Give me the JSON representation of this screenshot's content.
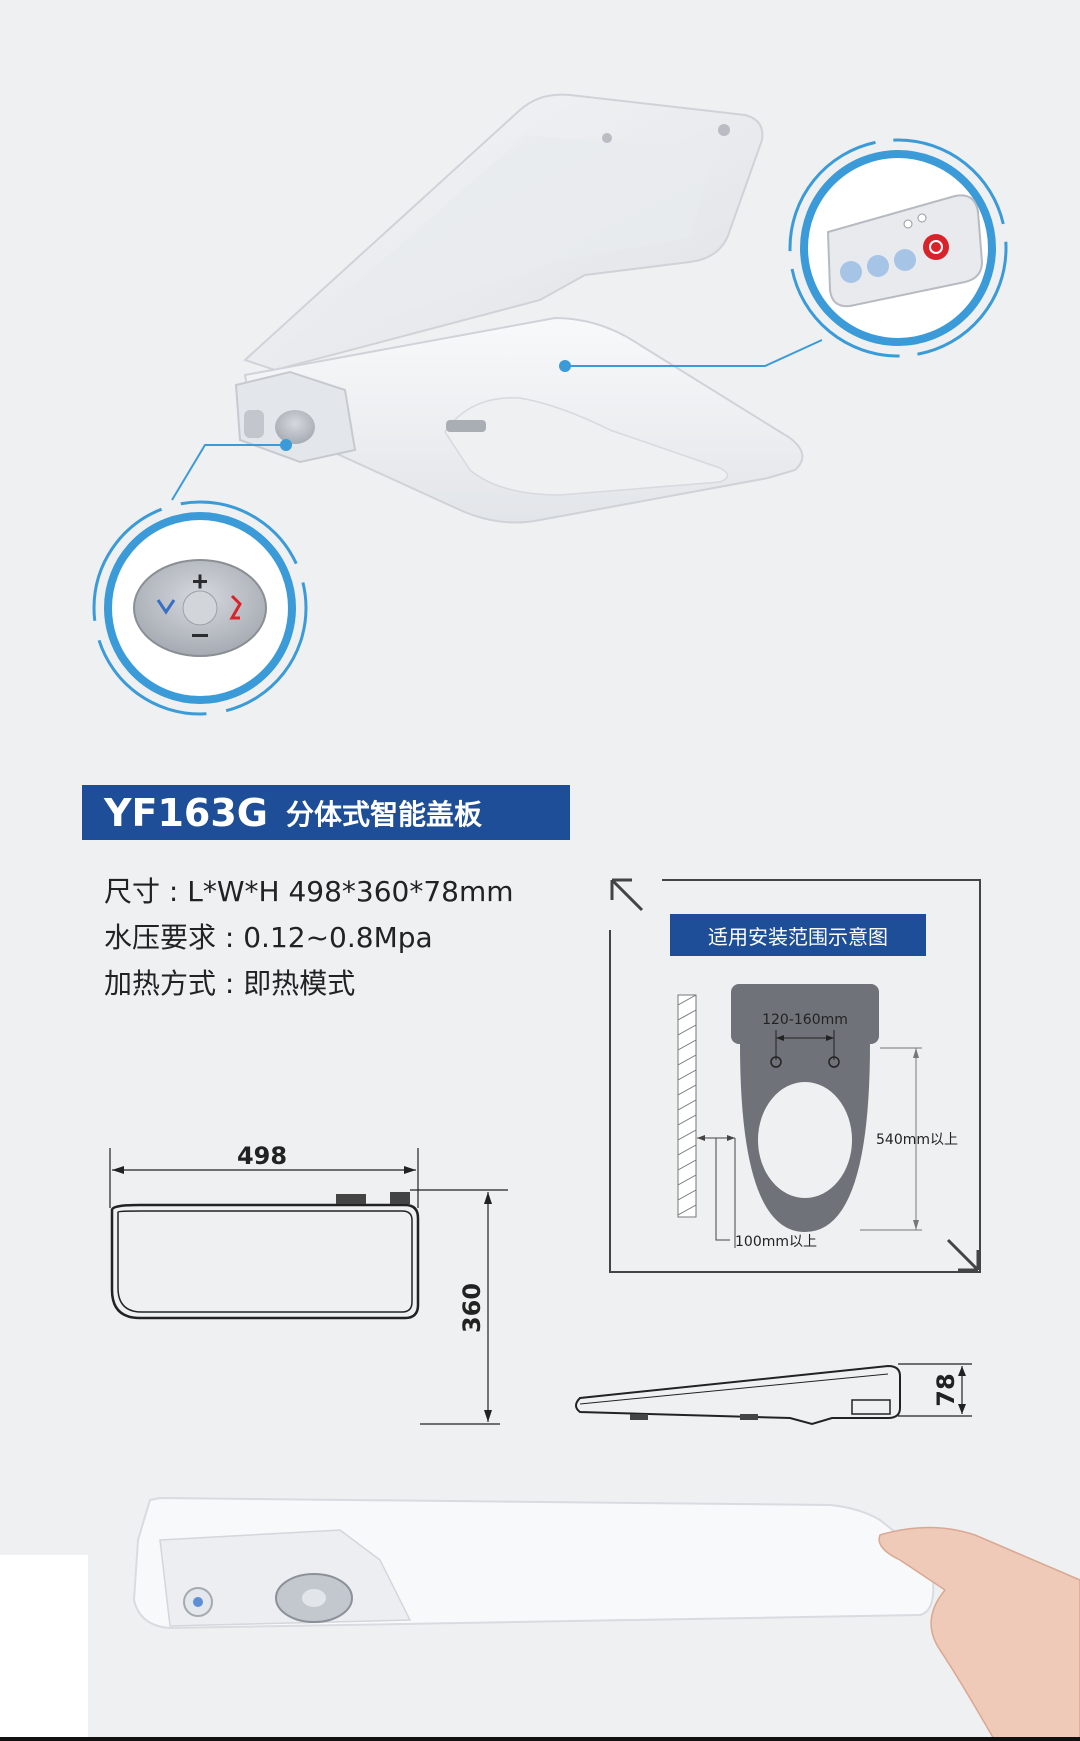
{
  "title": {
    "model": "YF163G",
    "name": "分体式智能盖板"
  },
  "specs": [
    "尺寸 : L*W*H  498*360*78mm",
    "水压要求 : 0.12~0.8Mpa",
    "加热方式 : 即热模式"
  ],
  "install": {
    "label": "适用安装范围示意图",
    "hole_spacing": "120-160mm",
    "length_min": "540mm以上",
    "wall_gap": "100mm以上"
  },
  "dimensions": {
    "length": "498",
    "width": "360",
    "height": "78"
  },
  "colors": {
    "accent_blue": "#1e4e97",
    "callout_blue": "#3a9bd8",
    "power_red": "#d9232a"
  },
  "icons": [
    "plus-icon",
    "minus-icon",
    "wash-icon",
    "power-icon"
  ]
}
